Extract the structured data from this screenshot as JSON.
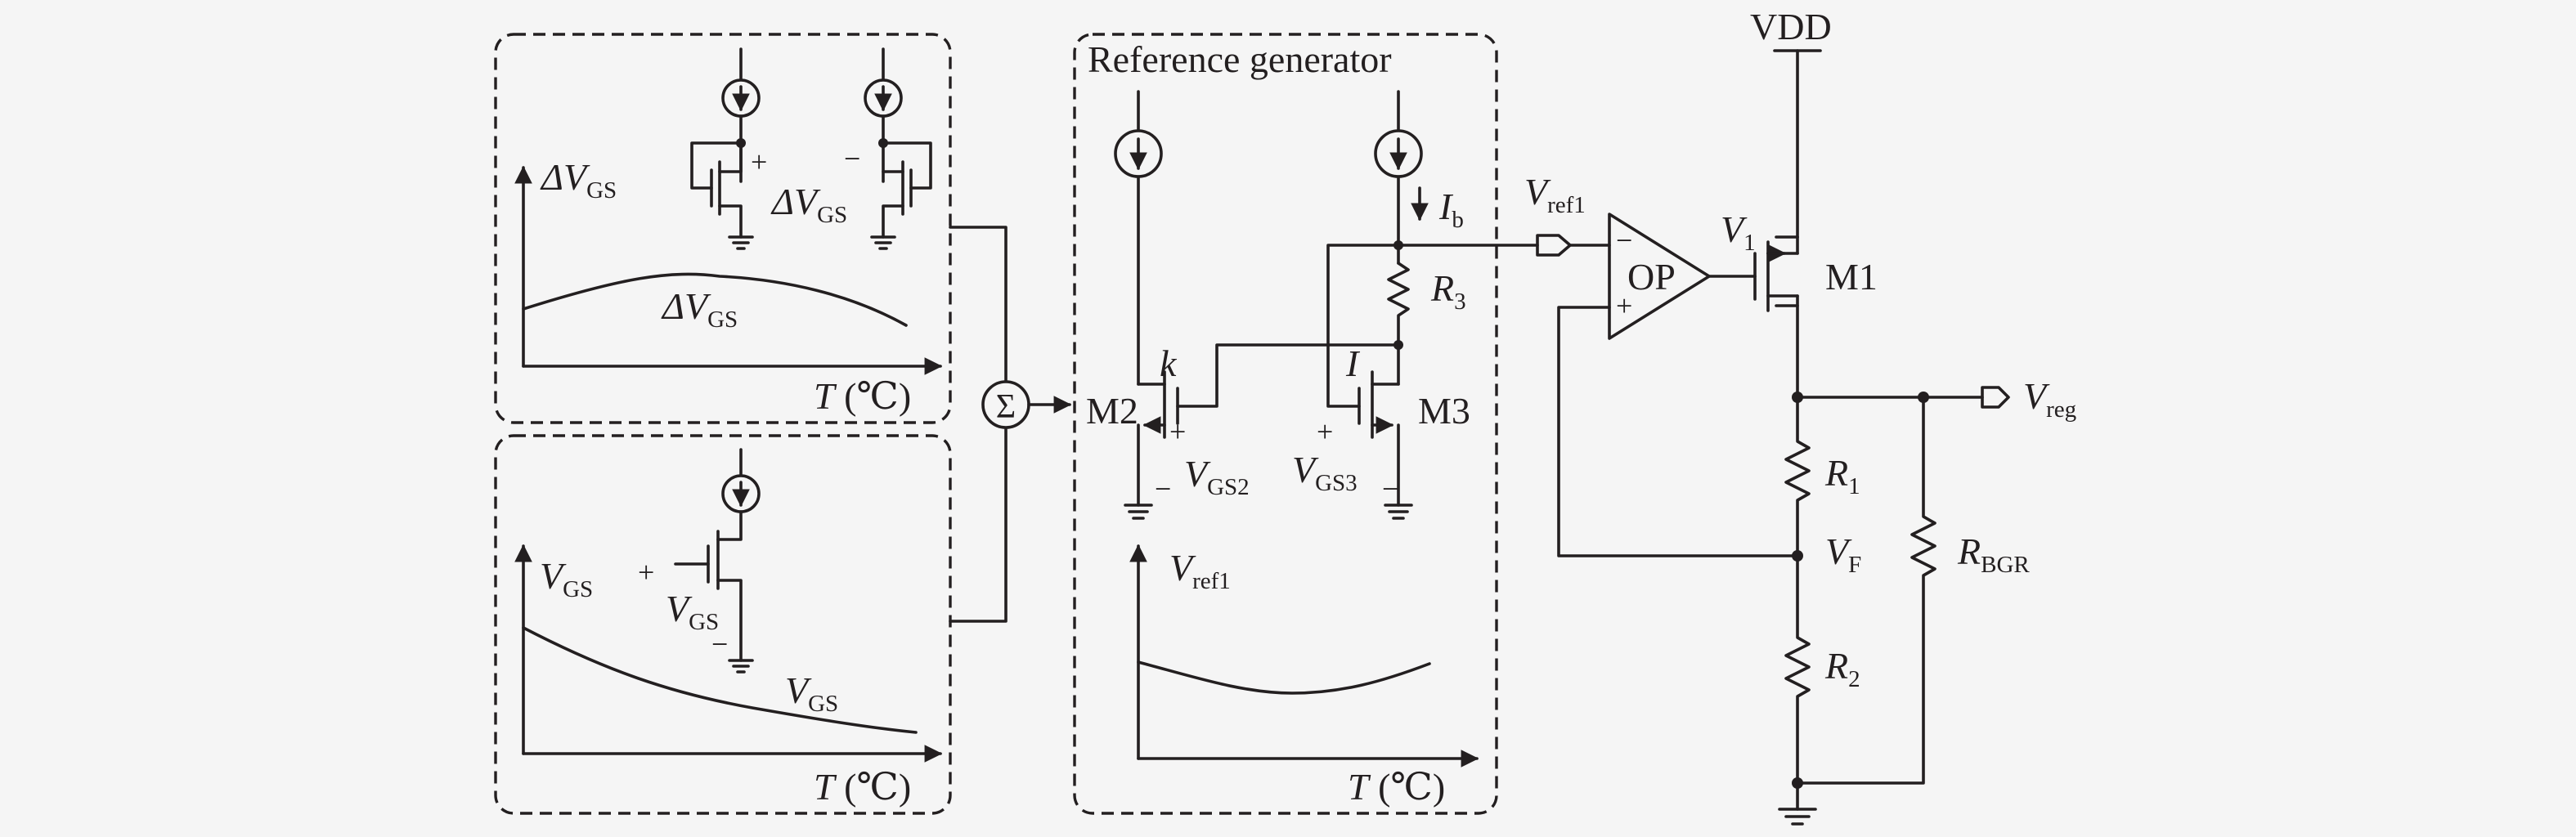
{
  "blocks": {
    "ref_gen_title": "Reference generator"
  },
  "supply": {
    "vdd": "VDD"
  },
  "transistors": {
    "m1": "M1",
    "m2": "M2",
    "m3": "M3",
    "k": "k",
    "i": "I"
  },
  "signals": {
    "vref1": "V",
    "vref1_sub": "ref1",
    "v1": "V",
    "v1_sub": "1",
    "vreg": "V",
    "vreg_sub": "reg",
    "vf": "V",
    "vf_sub": "F",
    "ib": "I",
    "ib_sub": "b",
    "vgs2": "V",
    "vgs2_sub": "GS2",
    "vgs3": "V",
    "vgs3_sub": "GS3"
  },
  "resistors": {
    "r3": "R",
    "r3_sub": "3",
    "r1": "R",
    "r1_sub": "1",
    "r2": "R",
    "r2_sub": "2",
    "rbgr": "R",
    "rbgr_sub": "BGR"
  },
  "opamp": {
    "label": "OP",
    "minus": "−",
    "plus": "+"
  },
  "summer": {
    "symbol": "Σ"
  },
  "polarity": {
    "plus": "+",
    "minus": "−"
  },
  "plots": {
    "dvgs": {
      "ylabel": "ΔV",
      "ylabel_sub": "GS",
      "curve_label": "ΔV",
      "curve_sub": "GS",
      "xlabel": "T",
      "xunit": "(℃)"
    },
    "vgs": {
      "ylabel": "V",
      "ylabel_sub": "GS",
      "curve_label": "V",
      "curve_sub": "GS",
      "xlabel": "T",
      "xunit": "(℃)"
    },
    "vref": {
      "ylabel": "V",
      "ylabel_sub": "ref1",
      "xlabel": "T",
      "xunit": "(℃)"
    }
  },
  "insets": {
    "dvgs_label": "ΔV",
    "dvgs_sub": "GS",
    "vgs_label": "V",
    "vgs_sub": "GS"
  }
}
